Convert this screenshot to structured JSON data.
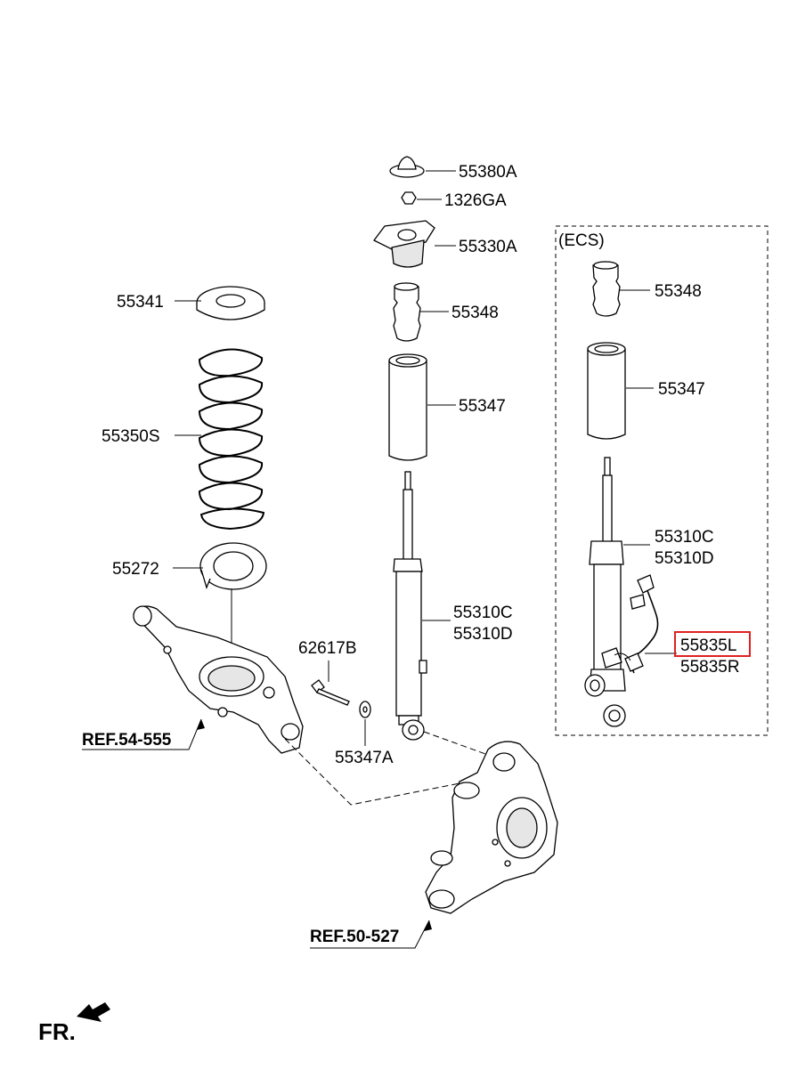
{
  "labels": {
    "p55380A": "55380A",
    "p1326GA": "1326GA",
    "p55330A": "55330A",
    "p55348": "55348",
    "p55347": "55347",
    "p55310C": "55310C",
    "p55310D": "55310D",
    "p55341": "55341",
    "p55350S": "55350S",
    "p55272": "55272",
    "p62617B": "62617B",
    "p55347A": "55347A",
    "ecs_title": "(ECS)",
    "ecs_55348": "55348",
    "ecs_55347": "55347",
    "ecs_55310C": "55310C",
    "ecs_55310D": "55310D",
    "ecs_55835L": "55835L",
    "ecs_55835R": "55835R"
  },
  "references": {
    "ref_54_555": "REF.54-555",
    "ref_50_527": "REF.50-527"
  },
  "direction": {
    "label": "FR."
  },
  "highlight": {
    "part": "55835L",
    "color": "#e02020"
  }
}
